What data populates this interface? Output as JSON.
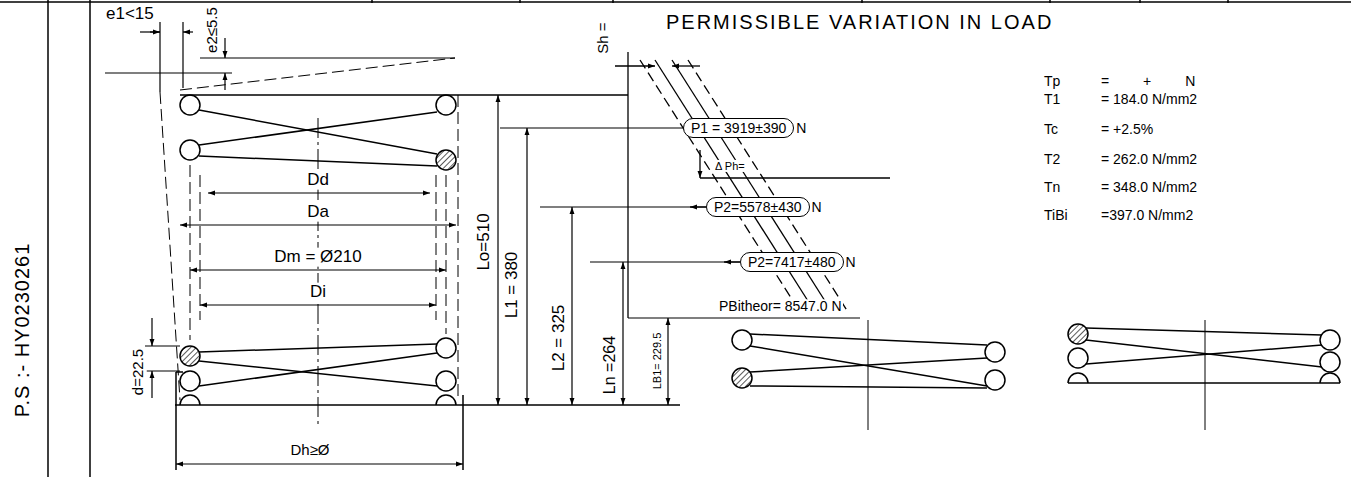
{
  "diagram": {
    "nodes": [
      {
        "text": [
          "P1 = 3919±390",
          "N"
        ]
      },
      {
        "text": [
          "P2=5578±430",
          "N"
        ]
      },
      {
        "text": [
          "P2=7417±480",
          "N"
        ]
      }
    ],
    "labels": [
      "e1<15",
      "e2≤5.5",
      "Sh =",
      "PERMISSIBLE VARIATION IN LOAD",
      "Tp",
      "= + N",
      "T1",
      "= 184.0 N/mm2",
      "Tc",
      "= +2.5%",
      "T2",
      "= 262.0 N/mm2",
      "Tn",
      "= 348.0 N/mm2",
      "TiBi",
      "=397.0 N/mm2",
      "Δ Ph=",
      "Dd",
      "Da",
      "Dm = Ø210",
      "Di",
      "Lo=510",
      "L1 = 380",
      "L2 = 325",
      "Ln =264",
      "LB1= 229.5",
      "PBitheor= 8547.0 N",
      "d=22.5",
      "Dh≥Ø",
      "P.S :- HY0230261"
    ]
  }
}
